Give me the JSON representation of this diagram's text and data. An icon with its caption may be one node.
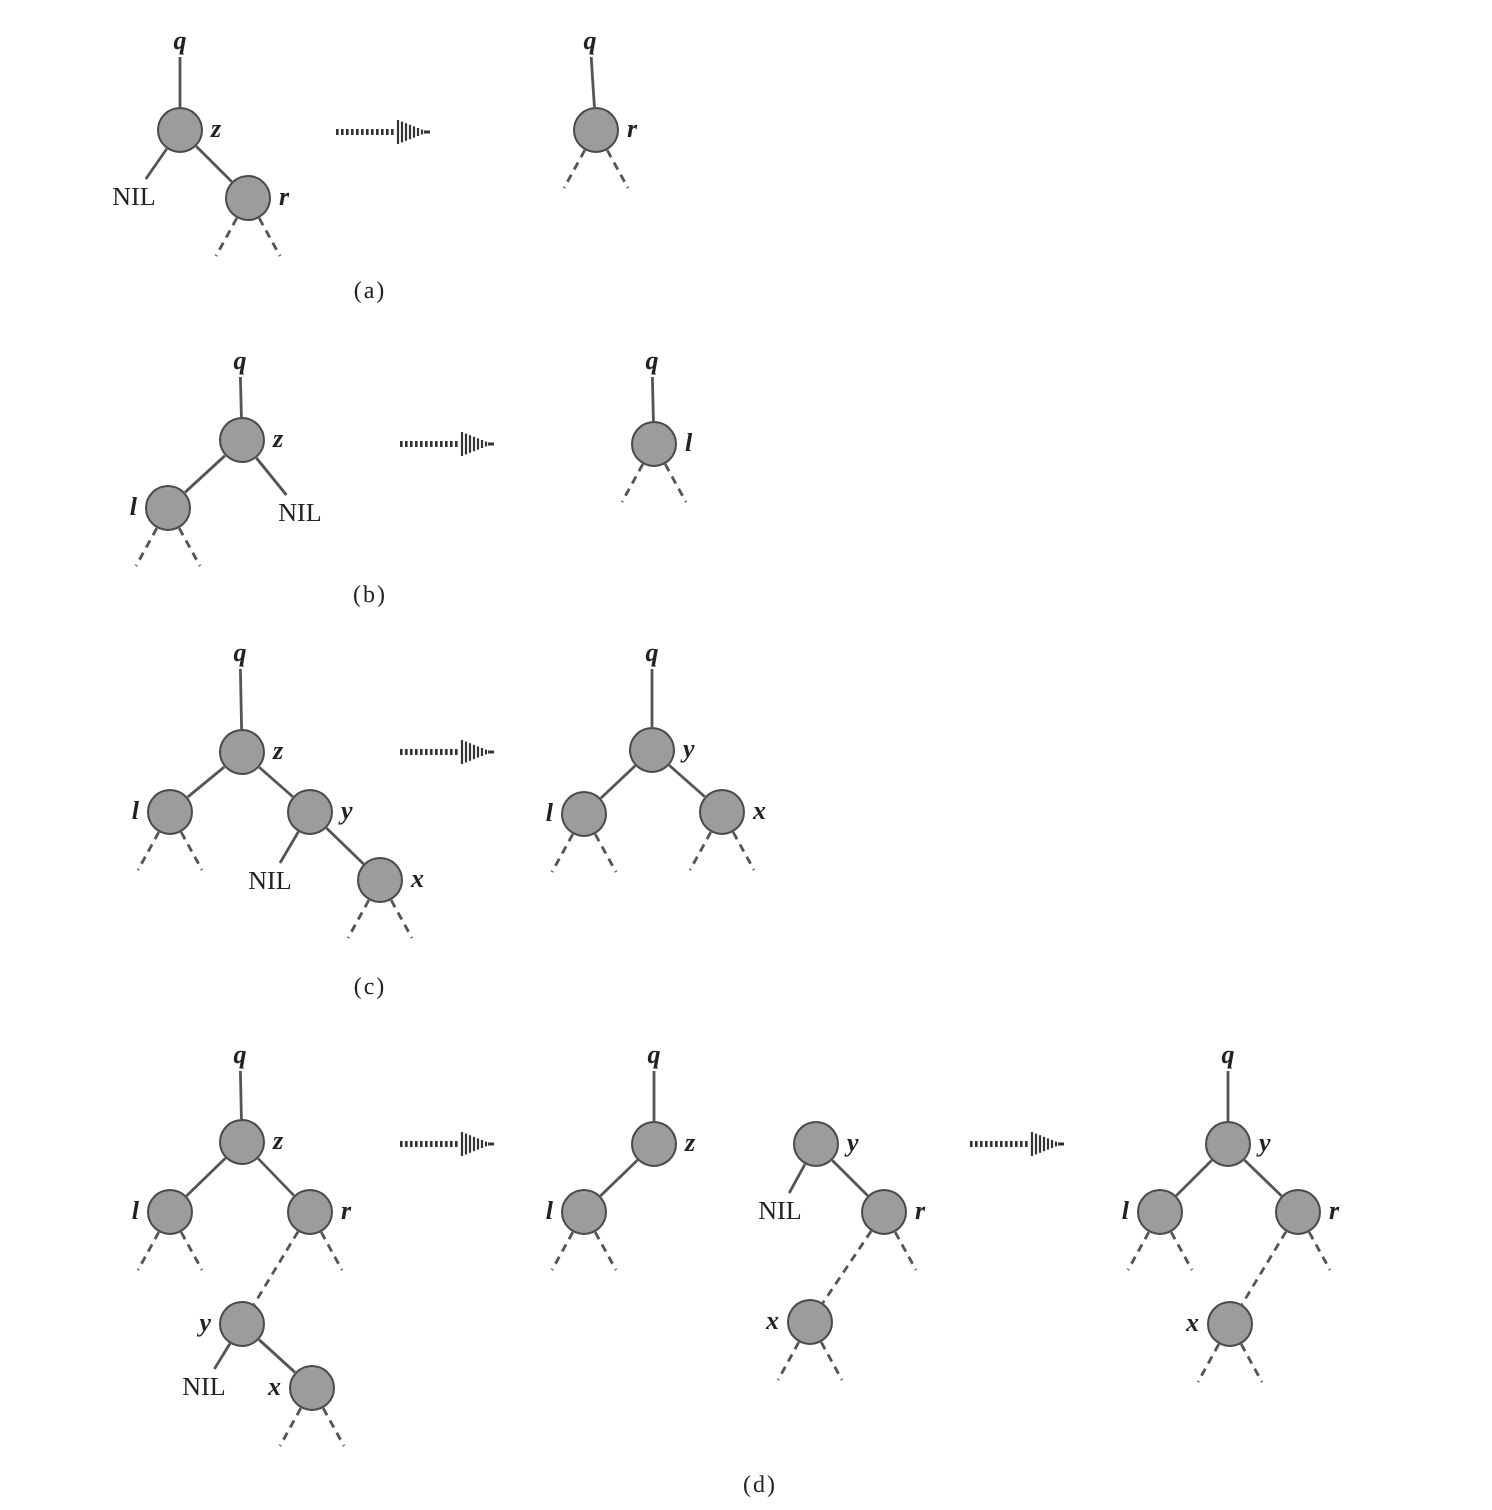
{
  "diagram": {
    "nodes": [
      {
        "text": [
          "q"
        ]
      },
      {
        "text": [],
        "shape": "circle",
        "beside": [
          "z"
        ]
      },
      {
        "text": [
          "NIL"
        ]
      },
      {
        "text": [],
        "shape": "circle",
        "beside": [
          "r"
        ]
      },
      {
        "text": [
          "q"
        ]
      },
      {
        "text": [],
        "shape": "circle",
        "beside": [
          "r"
        ]
      },
      {
        "text": [
          "q"
        ]
      },
      {
        "text": [],
        "shape": "circle",
        "beside": [
          "z"
        ]
      },
      {
        "text": [],
        "shape": "circle",
        "beside": [
          "l"
        ]
      },
      {
        "text": [
          "NIL"
        ]
      },
      {
        "text": [
          "q"
        ]
      },
      {
        "text": [],
        "shape": "circle",
        "beside": [
          "l"
        ]
      },
      {
        "text": [
          "q"
        ]
      },
      {
        "text": [],
        "shape": "circle",
        "beside": [
          "z"
        ]
      },
      {
        "text": [],
        "shape": "circle",
        "beside": [
          "l"
        ]
      },
      {
        "text": [],
        "shape": "circle",
        "beside": [
          "y"
        ]
      },
      {
        "text": [
          "NIL"
        ]
      },
      {
        "text": [],
        "shape": "circle",
        "beside": [
          "x"
        ]
      },
      {
        "text": [
          "q"
        ]
      },
      {
        "text": [],
        "shape": "circle",
        "beside": [
          "y"
        ]
      },
      {
        "text": [],
        "shape": "circle",
        "beside": [
          "l"
        ]
      },
      {
        "text": [],
        "shape": "circle",
        "beside": [
          "x"
        ]
      },
      {
        "text": [
          "q"
        ]
      },
      {
        "text": [],
        "shape": "circle",
        "beside": [
          "z"
        ]
      },
      {
        "text": [],
        "shape": "circle",
        "beside": [
          "l"
        ]
      },
      {
        "text": [],
        "shape": "circle",
        "beside": [
          "r"
        ]
      },
      {
        "text": [],
        "shape": "circle",
        "beside": [
          "y"
        ]
      },
      {
        "text": [
          "NIL"
        ]
      },
      {
        "text": [],
        "shape": "circle",
        "beside": [
          "x"
        ]
      },
      {
        "text": [
          "q"
        ]
      },
      {
        "text": [],
        "shape": "circle",
        "beside": [
          "z"
        ]
      },
      {
        "text": [],
        "shape": "circle",
        "beside": [
          "l"
        ]
      },
      {
        "text": [],
        "shape": "circle",
        "beside": [
          "y"
        ]
      },
      {
        "text": [
          "NIL"
        ]
      },
      {
        "text": [],
        "shape": "circle",
        "beside": [
          "r"
        ]
      },
      {
        "text": [],
        "shape": "circle",
        "beside": [
          "x"
        ]
      },
      {
        "text": [
          "q"
        ]
      },
      {
        "text": [],
        "shape": "circle",
        "beside": [
          "y"
        ]
      },
      {
        "text": [],
        "shape": "circle",
        "beside": [
          "l"
        ]
      },
      {
        "text": [],
        "shape": "circle",
        "beside": [
          "r"
        ]
      },
      {
        "text": [],
        "shape": "circle",
        "beside": [
          "x"
        ]
      }
    ],
    "edges": [
      {
        "from": 0,
        "to": 1,
        "arrow": "none"
      },
      {
        "from": 1,
        "to": 2,
        "arrow": "none"
      },
      {
        "from": 1,
        "to": 3,
        "arrow": "none"
      },
      {
        "from": 3,
        "to": null,
        "arrow": "none",
        "style": "dashed"
      },
      {
        "from": 3,
        "to": null,
        "arrow": "none",
        "style": "dashed"
      },
      {
        "from": 4,
        "to": 5,
        "arrow": "none"
      },
      {
        "from": 5,
        "to": null,
        "arrow": "none",
        "style": "dashed"
      },
      {
        "from": 5,
        "to": null,
        "arrow": "none",
        "style": "dashed"
      },
      {
        "from": 6,
        "to": 7,
        "arrow": "none"
      },
      {
        "from": 7,
        "to": 8,
        "arrow": "none"
      },
      {
        "from": 7,
        "to": 9,
        "arrow": "none"
      },
      {
        "from": 8,
        "to": null,
        "arrow": "none",
        "style": "dashed"
      },
      {
        "from": 8,
        "to": null,
        "arrow": "none",
        "style": "dashed"
      },
      {
        "from": 10,
        "to": 11,
        "arrow": "none"
      },
      {
        "from": 11,
        "to": null,
        "arrow": "none",
        "style": "dashed"
      },
      {
        "from": 11,
        "to": null,
        "arrow": "none",
        "style": "dashed"
      },
      {
        "from": 12,
        "to": 13,
        "arrow": "none"
      },
      {
        "from": 13,
        "to": 14,
        "arrow": "none"
      },
      {
        "from": 13,
        "to": 15,
        "arrow": "none"
      },
      {
        "from": 14,
        "to": null,
        "arrow": "none",
        "style": "dashed"
      },
      {
        "from": 14,
        "to": null,
        "arrow": "none",
        "style": "dashed"
      },
      {
        "from": 15,
        "to": 16,
        "arrow": "none"
      },
      {
        "from": 15,
        "to": 17,
        "arrow": "none"
      },
      {
        "from": 17,
        "to": null,
        "arrow": "none",
        "style": "dashed"
      },
      {
        "from": 17,
        "to": null,
        "arrow": "none",
        "style": "dashed"
      },
      {
        "from": 18,
        "to": 19,
        "arrow": "none"
      },
      {
        "from": 19,
        "to": 20,
        "arrow": "none"
      },
      {
        "from": 19,
        "to": 21,
        "arrow": "none"
      },
      {
        "from": 20,
        "to": null,
        "arrow": "none",
        "style": "dashed"
      },
      {
        "from": 20,
        "to": null,
        "arrow": "none",
        "style": "dashed"
      },
      {
        "from": 21,
        "to": null,
        "arrow": "none",
        "style": "dashed"
      },
      {
        "from": 21,
        "to": null,
        "arrow": "none",
        "style": "dashed"
      },
      {
        "from": 22,
        "to": 23,
        "arrow": "none"
      },
      {
        "from": 23,
        "to": 24,
        "arrow": "none"
      },
      {
        "from": 23,
        "to": 25,
        "arrow": "none"
      },
      {
        "from": 24,
        "to": null,
        "arrow": "none",
        "style": "dashed"
      },
      {
        "from": 24,
        "to": null,
        "arrow": "none",
        "style": "dashed"
      },
      {
        "from": 25,
        "to": 26,
        "arrow": "none",
        "style": "dashed"
      },
      {
        "from": 25,
        "to": null,
        "arrow": "none",
        "style": "dashed"
      },
      {
        "from": 26,
        "to": 27,
        "arrow": "none"
      },
      {
        "from": 26,
        "to": 28,
        "arrow": "none"
      },
      {
        "from": 28,
        "to": null,
        "arrow": "none",
        "style": "dashed"
      },
      {
        "from": 28,
        "to": null,
        "arrow": "none",
        "style": "dashed"
      },
      {
        "from": 29,
        "to": 30,
        "arrow": "none"
      },
      {
        "from": 30,
        "to": 31,
        "arrow": "none"
      },
      {
        "from": 31,
        "to": null,
        "arrow": "none",
        "style": "dashed"
      },
      {
        "from": 31,
        "to": null,
        "arrow": "none",
        "style": "dashed"
      },
      {
        "from": 32,
        "to": 33,
        "arrow": "none"
      },
      {
        "from": 32,
        "to": 34,
        "arrow": "none"
      },
      {
        "from": 34,
        "to": 35,
        "arrow": "none",
        "style": "dashed"
      },
      {
        "from": 34,
        "to": null,
        "arrow": "none",
        "style": "dashed"
      },
      {
        "from": 35,
        "to": null,
        "arrow": "none",
        "style": "dashed"
      },
      {
        "from": 35,
        "to": null,
        "arrow": "none",
        "style": "dashed"
      },
      {
        "from": 36,
        "to": 37,
        "arrow": "none"
      },
      {
        "from": 37,
        "to": 38,
        "arrow": "none"
      },
      {
        "from": 37,
        "to": 39,
        "arrow": "none"
      },
      {
        "from": 38,
        "to": null,
        "arrow": "none",
        "style": "dashed"
      },
      {
        "from": 38,
        "to": null,
        "arrow": "none",
        "style": "dashed"
      },
      {
        "from": 39,
        "to": 40,
        "arrow": "none",
        "style": "dashed"
      },
      {
        "from": 39,
        "to": null,
        "arrow": "none",
        "style": "dashed"
      },
      {
        "from": 40,
        "to": null,
        "arrow": "none",
        "style": "dashed"
      },
      {
        "from": 40,
        "to": null,
        "arrow": "none",
        "style": "dashed"
      }
    ],
    "labels": [
      "(a)",
      "(b)",
      "(c)",
      "(d)"
    ]
  }
}
